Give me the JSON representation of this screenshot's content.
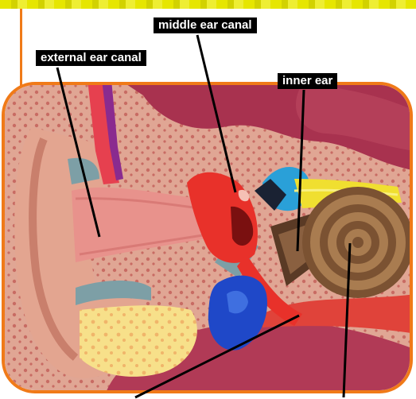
{
  "labels": {
    "middle_ear_canal": "middle ear canal",
    "external_ear_canal": "external ear canal",
    "inner_ear": "inner ear"
  },
  "colors": {
    "frame_orange": "#f07a18",
    "banner_yellow": "#e6e600",
    "tissue_pink": "#d79a8a",
    "bone_maroon": "#a8324f",
    "label_bg": "#000000",
    "label_text": "#ffffff"
  }
}
